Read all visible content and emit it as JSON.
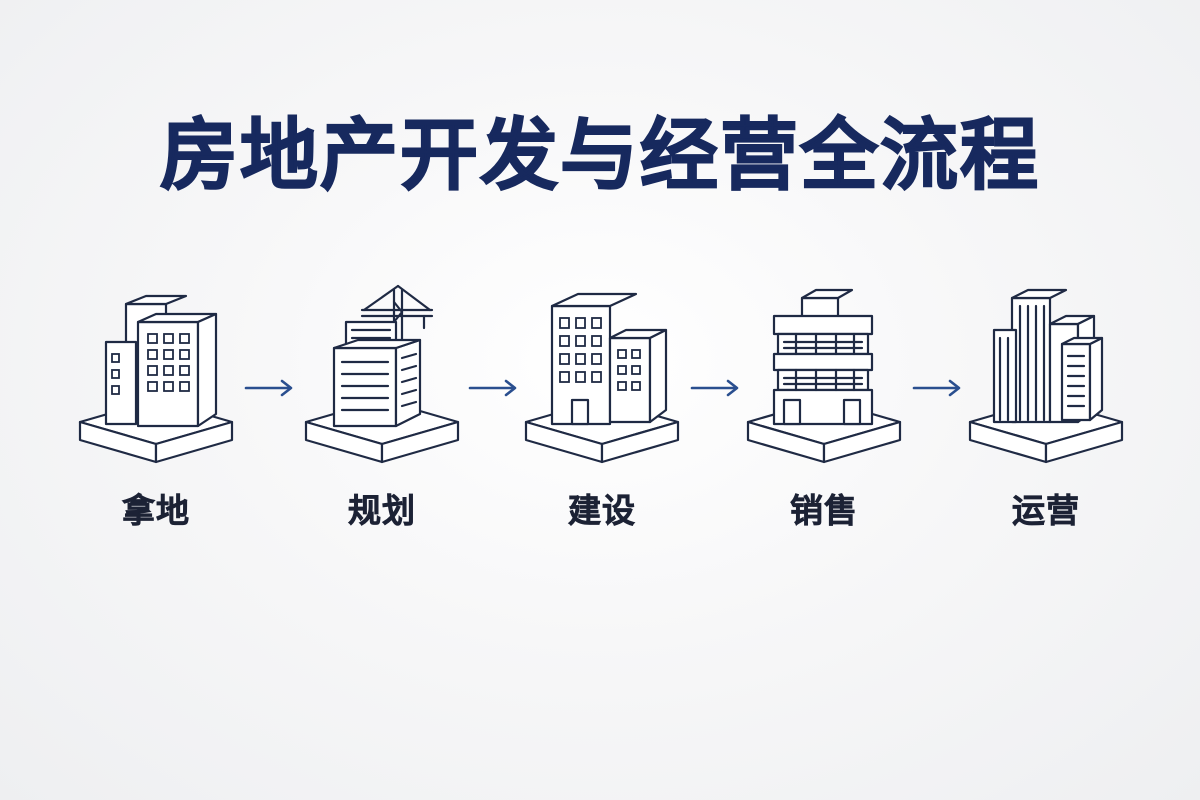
{
  "title": "房地产开发与经营全流程",
  "steps": [
    {
      "label": "拿地",
      "icon": "land-acquisition-building-icon"
    },
    {
      "label": "规划",
      "icon": "planning-crane-building-icon"
    },
    {
      "label": "建设",
      "icon": "construction-building-icon"
    },
    {
      "label": "销售",
      "icon": "sales-building-icon"
    },
    {
      "label": "运营",
      "icon": "operation-building-icon"
    }
  ],
  "colors": {
    "title": "#17295e",
    "arrow": "#2a4f8f",
    "outline": "#1f2a44",
    "label": "#1c2235"
  }
}
